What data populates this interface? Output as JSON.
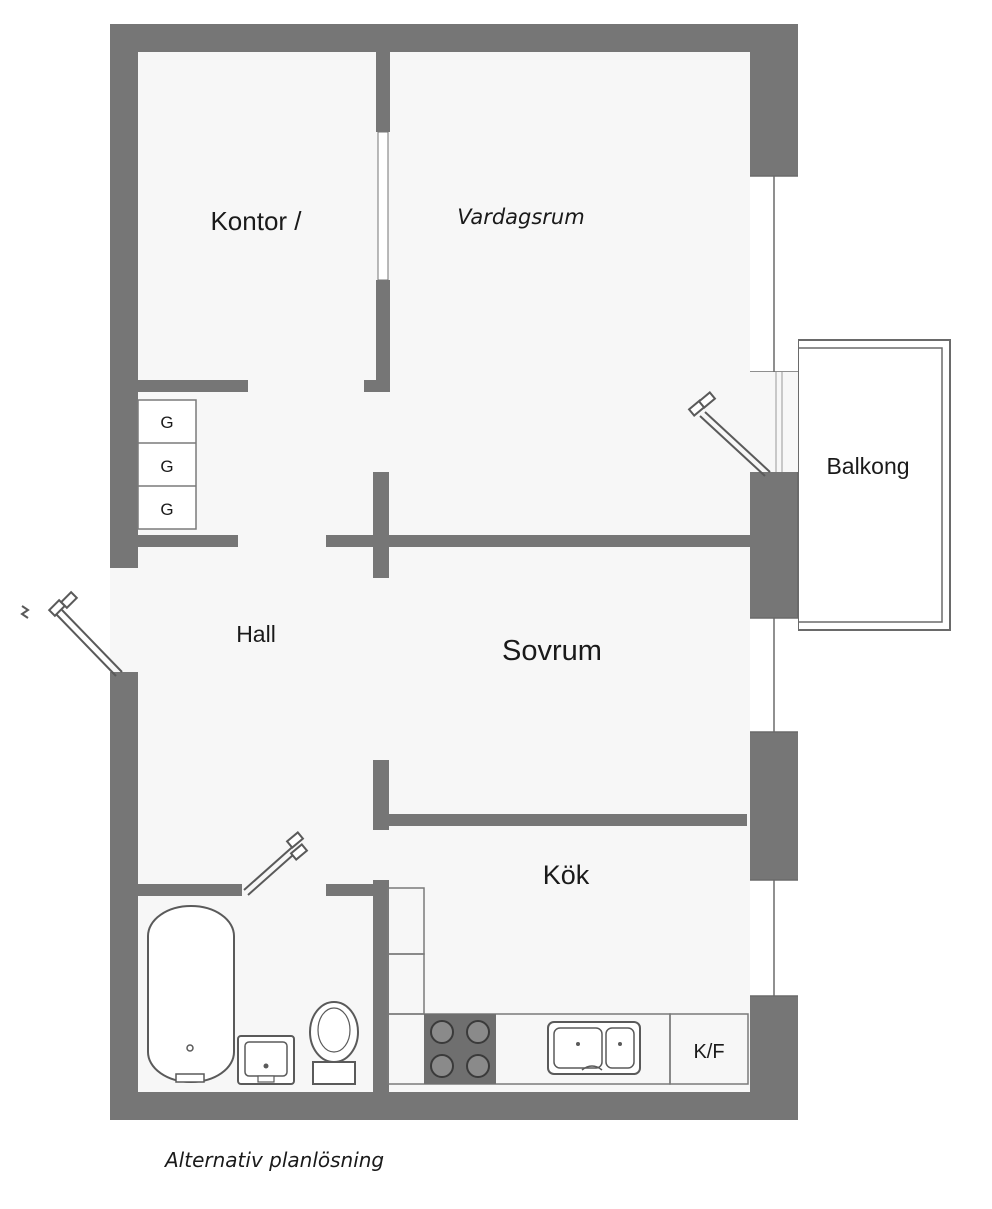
{
  "rooms": {
    "kontor": "Kontor /",
    "vardagsrum": "Vardagsrum",
    "balkong": "Balkong",
    "hall": "Hall",
    "sovrum": "Sovrum",
    "kok": "Kök"
  },
  "storage_labels": [
    "G",
    "G",
    "G"
  ],
  "appliance_label": "K/F",
  "caption": "Alternativ planlösning",
  "colors": {
    "wall": "#767676",
    "floor": "#f7f7f7",
    "line": "#5a5a5a",
    "background": "#ffffff"
  }
}
